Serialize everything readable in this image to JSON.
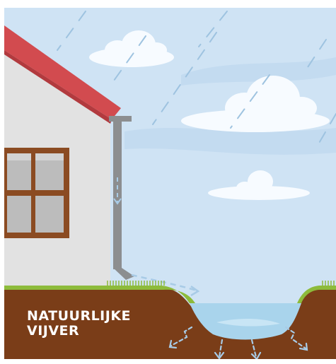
{
  "caption": {
    "line1": "NATUURLIJKE",
    "line2": "VIJVER"
  },
  "colors": {
    "sky": "#cfe3f4",
    "cloud": "#f7fbff",
    "wall": "#e2e2e2",
    "roof": "#d24b4f",
    "window_frame": "#8b4b22",
    "window_glass": "#bcbcbc",
    "downpipe": "#8c8e90",
    "soil": "#7a3d18",
    "grass": "#8dbb3b",
    "water": "#a9d4ec",
    "flow_arrows": "#a8cbe6"
  },
  "icons": [
    "rain-streaks",
    "downpipe-flow-arrow",
    "infiltration-arrows"
  ]
}
